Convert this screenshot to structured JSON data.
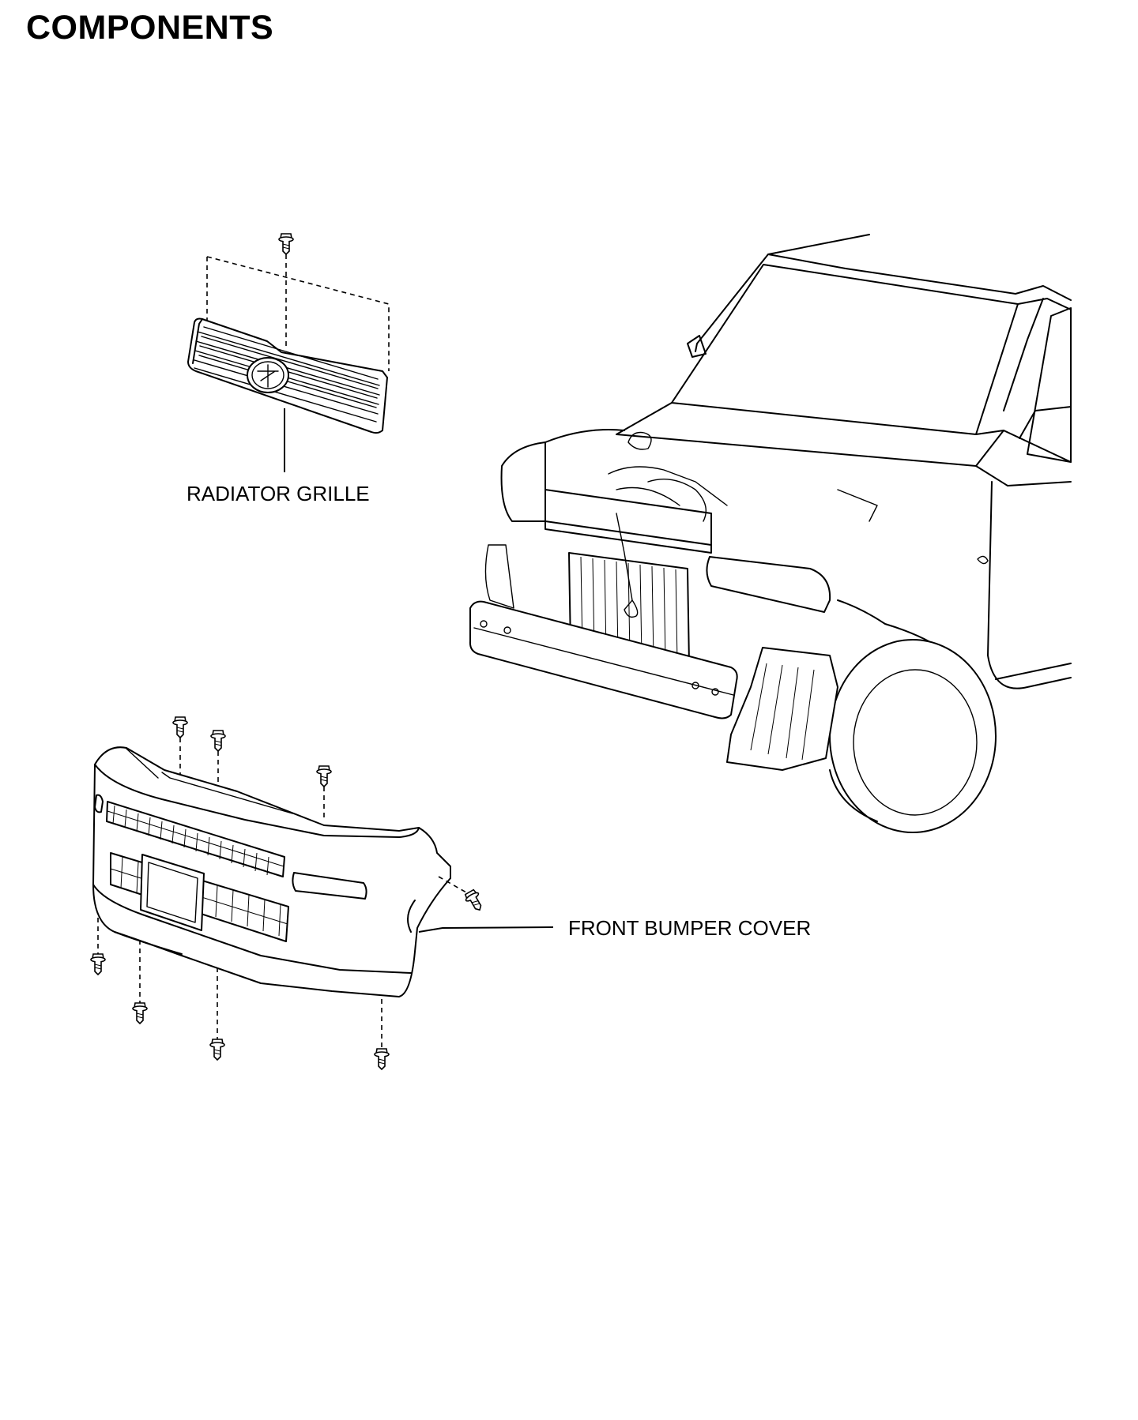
{
  "page": {
    "title": "COMPONENTS"
  },
  "callouts": {
    "radiator_grille": "RADIATOR GRILLE",
    "front_bumper_cover": "FRONT BUMPER COVER"
  },
  "colors": {
    "line": "#000000",
    "background": "#ffffff"
  },
  "icons": {
    "fastener": "bolt-icon"
  }
}
